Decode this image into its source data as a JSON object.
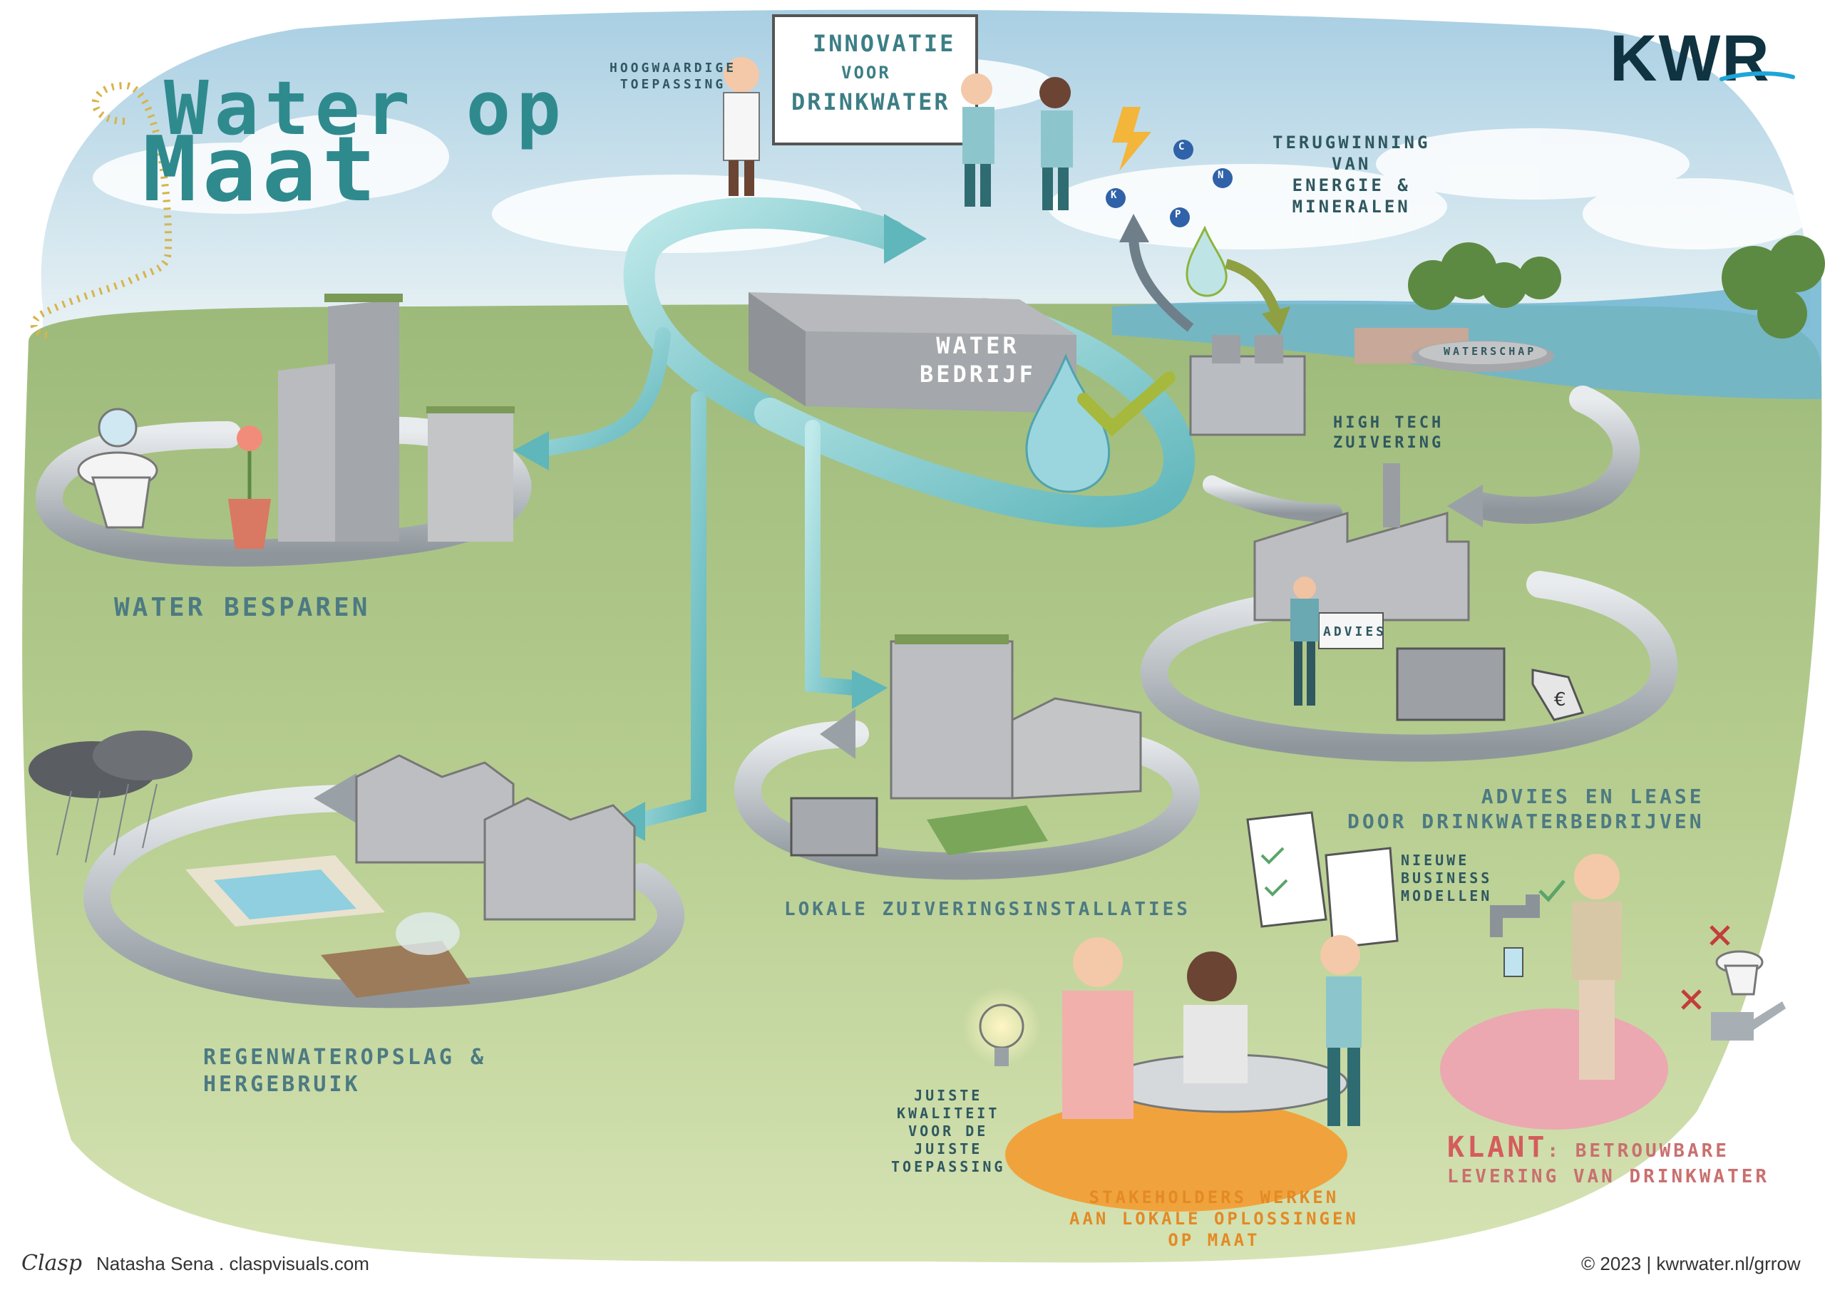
{
  "brand": {
    "logo": "KWR",
    "colors": {
      "brand": "#0f3340",
      "accent": "#1ea5d8",
      "teal": "#2f8a8e",
      "water": "#8fd3d6"
    }
  },
  "title": {
    "line1": "Water op",
    "line2": "Maat"
  },
  "sign": {
    "line1": "Innovatie",
    "line2": "voor",
    "line3": "Drinkwater"
  },
  "labels": {
    "hoogwaardige": "Hoogwaardige\nToepassing",
    "terugwinning": "Terugwinning\nvan\nEnergie &\nMineralen",
    "water_bedrijf": "Water\nBedrijf",
    "waterschap": "Waterschap",
    "high_tech": "High tech\nZuivering",
    "advies_sign": "Advies",
    "water_besparen": "Water besparen",
    "advies_lease": "Advies en lease\ndoor drinkwaterbedrijven",
    "lokale": "Lokale zuiveringsinstallaties",
    "nieuwe_business": "Nieuwe\nbusiness\nmodellen",
    "regenwater": "Regenwateropslag &\nhergebruik",
    "juiste_kwaliteit": "Juiste\nkwaliteit\nvoor de\njuiste\ntoepassing",
    "stakeholders": "Stakeholders werken\naan lokale oplossingen\nop maat",
    "klant_bold": "Klant",
    "klant_rest": ": betrouwbare\nlevering van drinkwater"
  },
  "minerals": [
    "K",
    "P",
    "C",
    "N"
  ],
  "icons": [
    "lightning-icon",
    "euro-tag-icon",
    "lightbulb-icon",
    "checkmark-icon",
    "toilet-icon",
    "tap-icon",
    "watering-can-icon"
  ],
  "footer": {
    "clasp": "Clasp",
    "credit": "Natasha Sena . claspvisuals.com",
    "copyright": "© 2023 | kwrwater.nl/grrow"
  }
}
